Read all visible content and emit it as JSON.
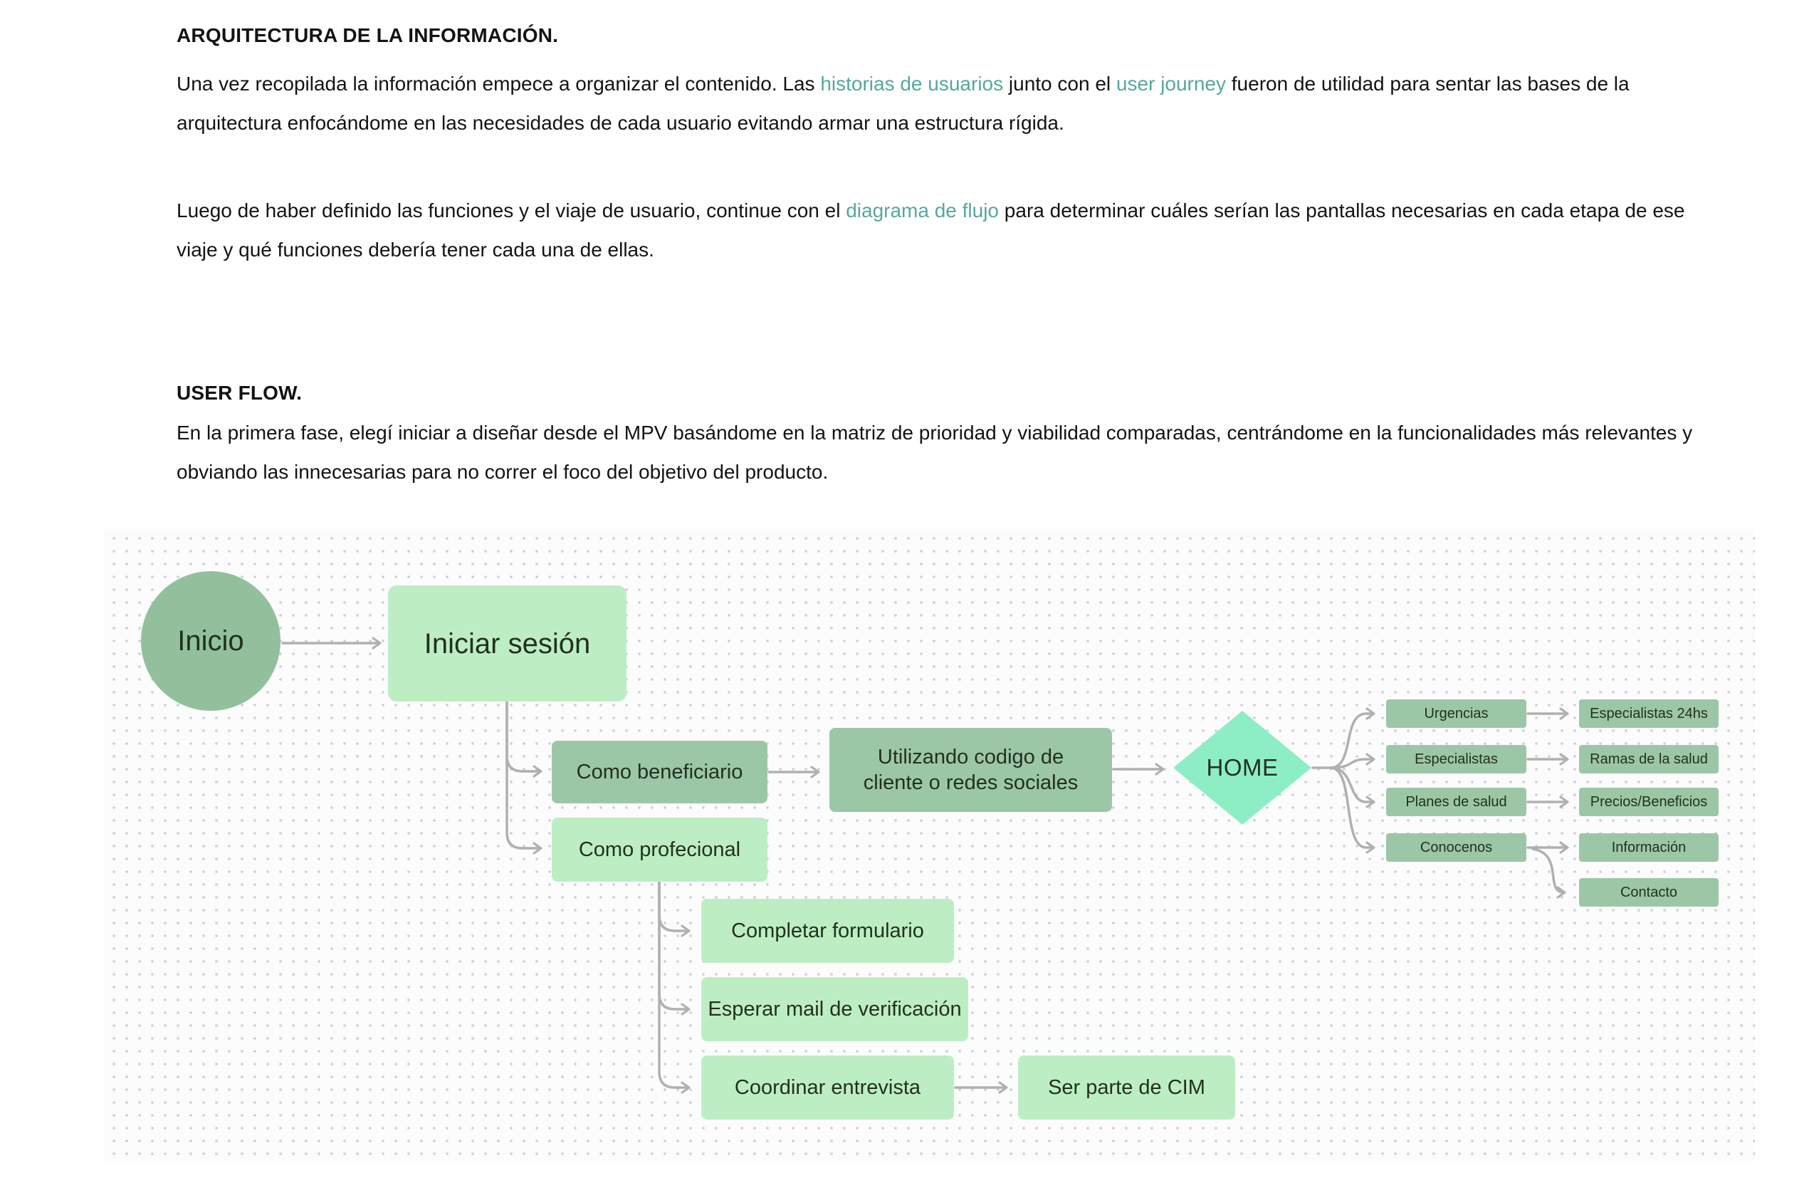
{
  "content": {
    "heading1": "ARQUITECTURA DE LA INFORMACIÓN.",
    "para1_part1": "Una vez recopilada la información empece a organizar el contenido. Las ",
    "para1_link1": "historias de usuarios",
    "para1_part2": " junto con el ",
    "para1_link2": "user journey",
    "para1_part3": " fueron de utilidad para sentar las bases de la arquitectura enfocándome en las necesidades de cada usuario evitando armar una estructura rígida.",
    "para2_part1": "Luego de haber definido las funciones y el viaje de usuario, continue con el ",
    "para2_link1": "diagrama de flujo",
    "para2_part2": " para determinar cuáles serían las pantallas necesarias en cada etapa de ese viaje y qué funciones debería tener cada una de ellas.",
    "heading2": "USER FLOW.",
    "para3": "En la primera fase, elegí iniciar a diseñar desde el MPV basándome en la matriz de prioridad y viabilidad comparadas, centrándome en la funcionalidades más relevantes y obviando las innecesarias para no correr el foco del objetivo del producto."
  },
  "diagram": {
    "nodes": {
      "inicio": "Inicio",
      "iniciar_sesion": "Iniciar sesión",
      "como_beneficiario": "Como beneficiario",
      "como_profecional": "Como profecional",
      "utilizando": "Utilizando codigo de cliente o redes sociales",
      "home": "HOME",
      "urgencias": "Urgencias",
      "especialistas": "Especialistas",
      "planes_de_salud": "Planes de salud",
      "conocenos": "Conocenos",
      "especialistas_24hs": "Especialistas 24hs",
      "ramas_de_la_salud": "Ramas de la salud",
      "precios_beneficios": "Precios/Beneficios",
      "informacion": "Información",
      "contacto": "Contacto",
      "completar_formulario": "Completar formulario",
      "esperar_mail": "Esperar mail de verificación",
      "coordinar_entrevista": "Coordinar entrevista",
      "ser_parte_cim": "Ser parte de CIM"
    },
    "colors": {
      "sage": "#9cc7a6",
      "sage_dark": "#92c09d",
      "light_green": "#bdeec3",
      "mint": "#8deec5",
      "arrow_gray": "#b0b0b0",
      "link_teal": "#54a8a0",
      "node_text": "#22301f"
    }
  }
}
